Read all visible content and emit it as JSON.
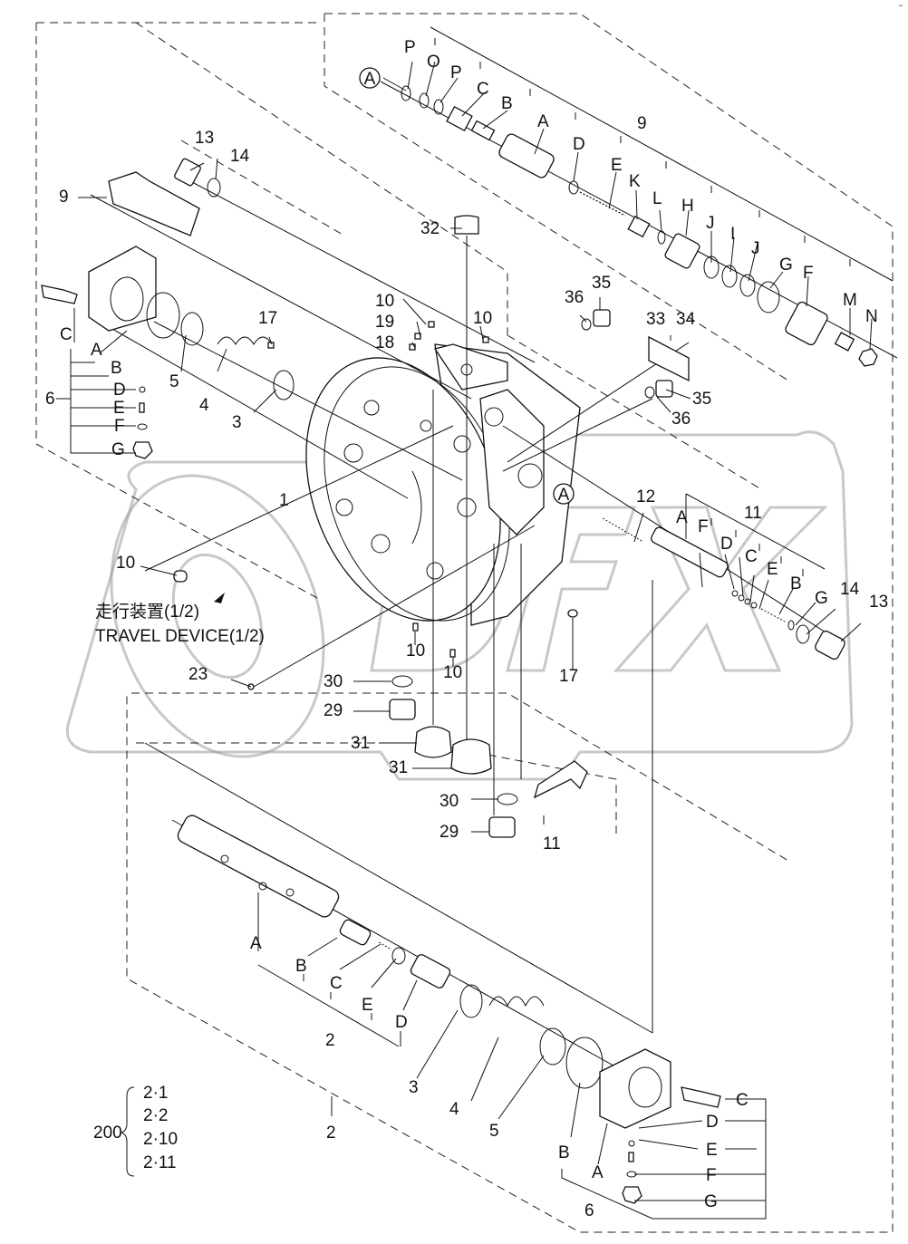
{
  "diagram": {
    "type": "exploded-parts-view",
    "subject": "Travel motor / valve assembly",
    "watermark": "OPEX",
    "reference_note": {
      "japanese": "走行装置(1/2)",
      "english": "TRAVEL DEVICE(1/2)"
    },
    "kit_group": {
      "label": "200",
      "members": [
        "2·1",
        "2·2",
        "2·10",
        "2·11"
      ]
    },
    "callouts": {
      "circle_A": "A",
      "relief_valve_group_9": {
        "assembly": "9",
        "subparts": [
          "P",
          "O",
          "P",
          "C",
          "B",
          "A",
          "D",
          "E",
          "K",
          "L",
          "H",
          "J",
          "I",
          "J",
          "G",
          "F",
          "M",
          "N"
        ]
      },
      "upper_left_group": {
        "p13": "13",
        "p14": "14",
        "p9": "9",
        "p17": "17",
        "p5": "5",
        "p4": "4",
        "p3": "3",
        "p1": "1",
        "cover_assembly": "6",
        "cover_subparts": [
          "C",
          "A",
          "B",
          "D",
          "E",
          "F",
          "G"
        ]
      },
      "center_group": {
        "p32": "32",
        "p10a": "10",
        "p19": "19",
        "p18": "18",
        "p10b": "10",
        "p36a": "36",
        "p35a": "35",
        "p33": "33",
        "p34": "34",
        "p35b": "35",
        "p36b": "36",
        "p10c": "10",
        "p23": "23",
        "p10d": "10",
        "p10e": "10",
        "p17b": "17",
        "p30a": "30",
        "p29a": "29",
        "p31a": "31",
        "p31b": "31",
        "p30b": "30",
        "p29b": "29",
        "p11": "11"
      },
      "right_spool_group_11": {
        "p12": "12",
        "assembly": "11",
        "subparts": [
          "A",
          "F",
          "D",
          "C",
          "E",
          "B",
          "G"
        ],
        "p14": "14",
        "p13": "13"
      },
      "lower_spool_group_2": {
        "assembly": "2",
        "subparts": [
          "A",
          "B",
          "C",
          "E",
          "D"
        ],
        "p3": "3",
        "p4": "4",
        "p5": "5",
        "group_label": "2"
      },
      "lower_cover_group_6": {
        "assembly": "6",
        "subparts": [
          "B",
          "A",
          "C",
          "D",
          "E",
          "F",
          "G"
        ]
      }
    }
  }
}
